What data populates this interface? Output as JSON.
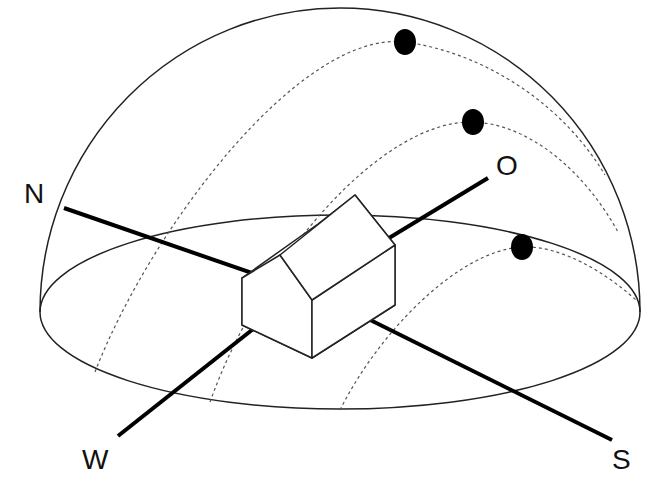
{
  "diagram": {
    "labels": [
      "N",
      "O",
      "S",
      "W"
    ]
  }
}
